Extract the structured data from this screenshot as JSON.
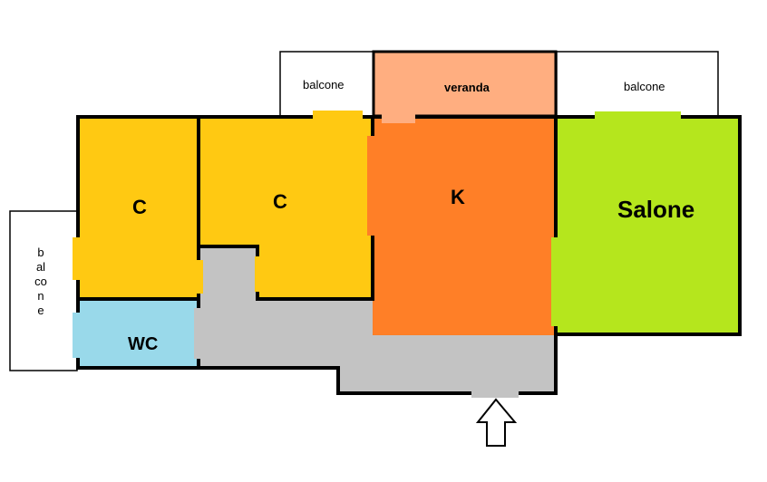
{
  "rooms": {
    "bedroom_1": {
      "label": "C",
      "color": "#FFC912"
    },
    "bedroom_2": {
      "label": "C",
      "color": "#FFC912"
    },
    "kitchen": {
      "label": "K",
      "color": "#FF7F27"
    },
    "living": {
      "label": "Salone",
      "color": "#B5E61D"
    },
    "bathroom": {
      "label": "WC",
      "color": "#99D9EA"
    },
    "veranda": {
      "label": "veranda",
      "color": "#FFAE80"
    },
    "hallway": {
      "color": "#C3C3C3"
    }
  },
  "balconies": {
    "left": {
      "label": "balcone"
    },
    "top_middle": {
      "label": "balcone"
    },
    "top_right": {
      "label": "balcone"
    }
  },
  "entrance": {
    "icon": "arrow-up-icon"
  }
}
